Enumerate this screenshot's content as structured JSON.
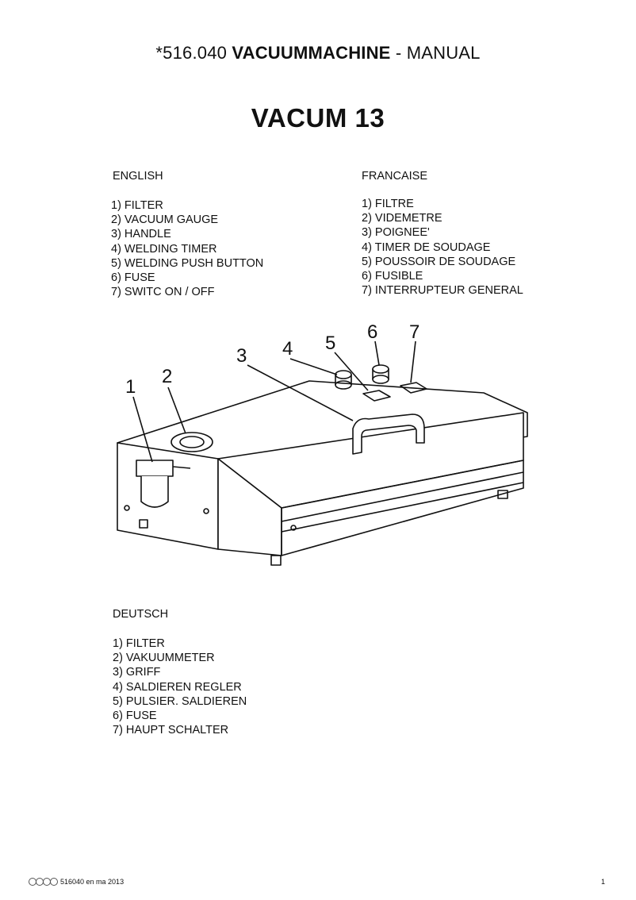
{
  "header": {
    "prefix": "*516.040 ",
    "product": "VACUUMMACHINE",
    "suffix": " - MANUAL"
  },
  "model": "VACUM 13",
  "english": {
    "heading": "ENGLISH",
    "items": [
      "1) FILTER",
      "2) VACUUM GAUGE",
      "3) HANDLE",
      "4) WELDING TIMER",
      "5) WELDING PUSH BUTTON",
      "6) FUSE",
      "7) SWITC ON / OFF"
    ]
  },
  "francaise": {
    "heading": "FRANCAISE",
    "items": [
      "1) FILTRE",
      "2) VIDEMETRE",
      "3) POIGNEE'",
      "4) TIMER DE SOUDAGE",
      "5) POUSSOIR DE SOUDAGE",
      "6) FUSIBLE",
      "7) INTERRUPTEUR GENERAL"
    ]
  },
  "deutsch": {
    "heading": "DEUTSCH",
    "items": [
      "1) FILTER",
      "2) VAKUUMMETER",
      "3) GRIFF",
      "4) SALDIEREN REGLER",
      "5) PULSIER. SALDIEREN",
      "6) FUSE",
      "7) HAUPT  SCHALTER"
    ]
  },
  "figure": {
    "callouts": [
      "1",
      "2",
      "3",
      "4",
      "5",
      "6",
      "7"
    ]
  },
  "footer": {
    "doc_ref": "516040 en ma 2013",
    "page": "1"
  }
}
